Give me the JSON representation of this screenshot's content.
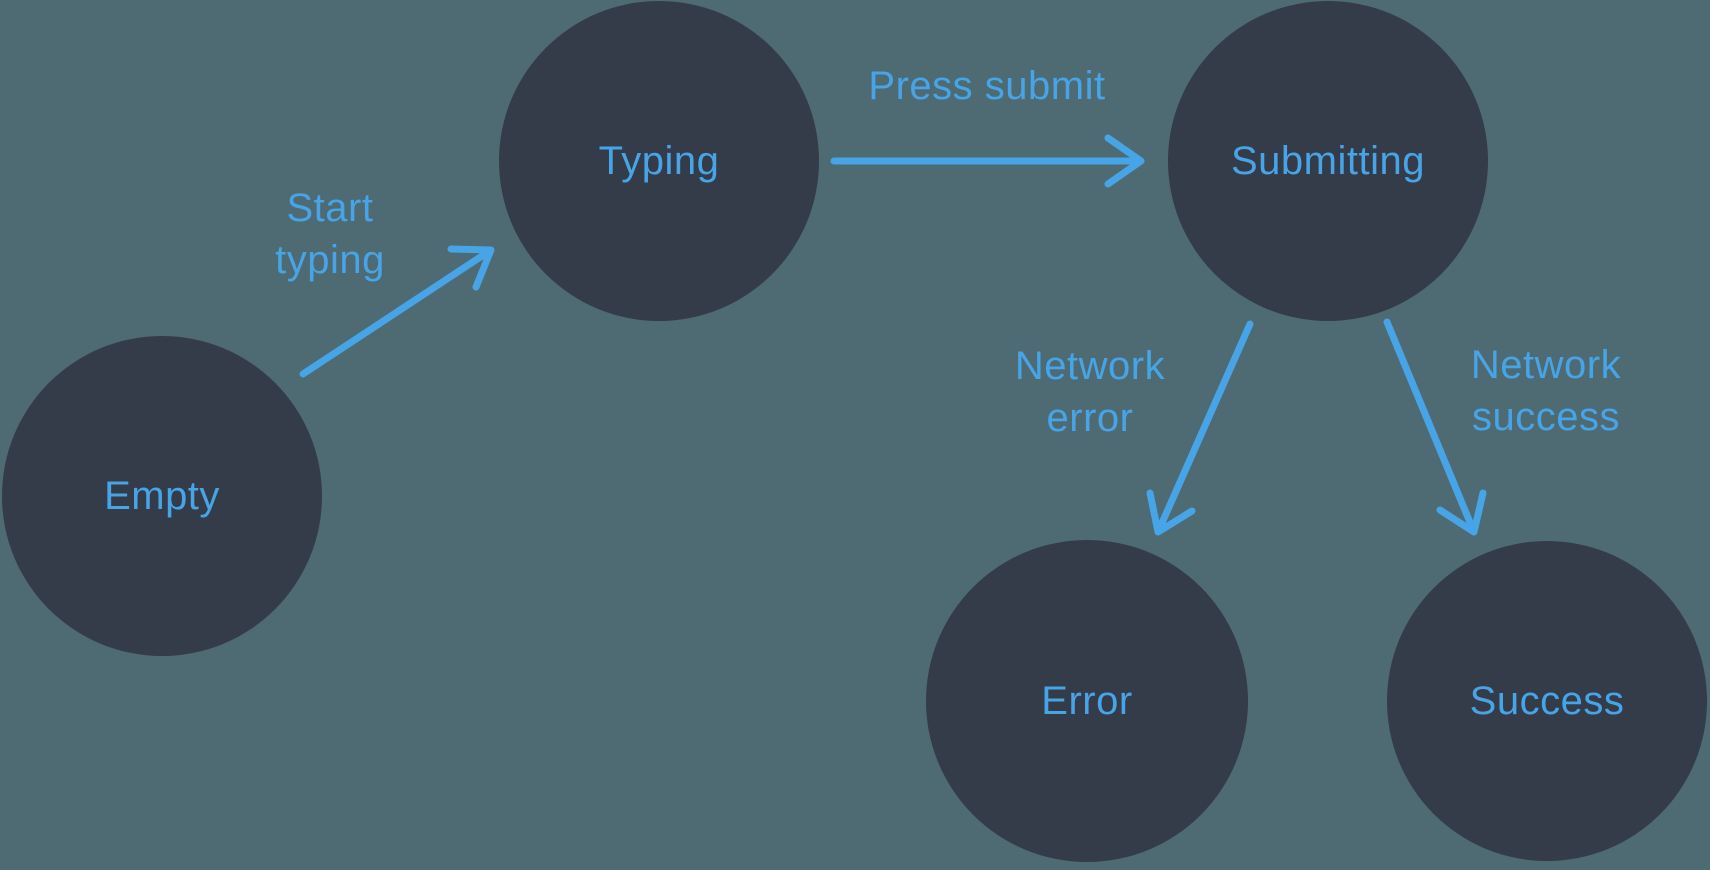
{
  "colors": {
    "background": "#4e6a72",
    "node_fill": "#343b49",
    "accent": "#46a4e7"
  },
  "diagram": {
    "type": "state-machine",
    "states": [
      {
        "id": "empty",
        "label": "Empty"
      },
      {
        "id": "typing",
        "label": "Typing"
      },
      {
        "id": "submitting",
        "label": "Submitting"
      },
      {
        "id": "error",
        "label": "Error"
      },
      {
        "id": "success",
        "label": "Success"
      }
    ],
    "transitions": [
      {
        "id": "start-typing",
        "label": "Start\ntyping",
        "from": "Empty",
        "to": "Typing"
      },
      {
        "id": "press-submit",
        "label": "Press submit",
        "from": "Typing",
        "to": "Submitting"
      },
      {
        "id": "network-error",
        "label": "Network\nerror",
        "from": "Submitting",
        "to": "Error"
      },
      {
        "id": "network-success",
        "label": "Network\nsuccess",
        "from": "Submitting",
        "to": "Success"
      }
    ]
  }
}
